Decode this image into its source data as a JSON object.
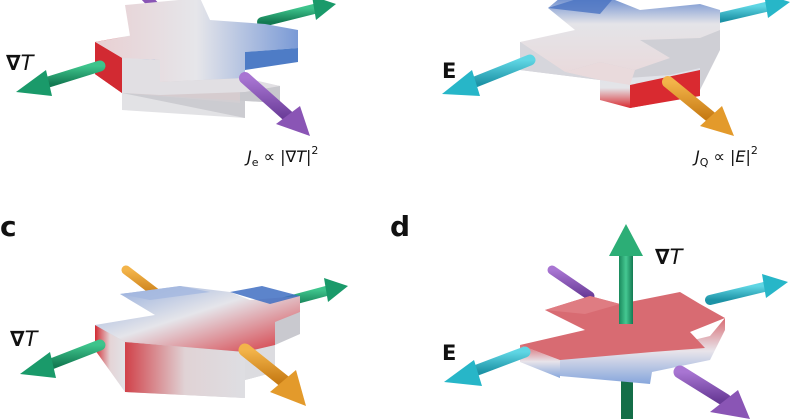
{
  "panels": {
    "a": {
      "grad_label_symbol": "∇",
      "grad_label_var": "T",
      "formula": {
        "lhs": "J",
        "lhs_sub": "e",
        "relation": " ∝ |",
        "operand_symbol": "∇",
        "operand_var": "T",
        "close": "|",
        "power": "2"
      },
      "colors": {
        "left_arrow": "#1a9a6a",
        "right_arrow": "#1a9a6a",
        "down_arrow": "#8a55b5"
      }
    },
    "b": {
      "field_label": "E",
      "formula": {
        "lhs": "J",
        "lhs_sub": "Q",
        "relation": " ∝ |",
        "operand": "E",
        "close": "|",
        "power": "2"
      },
      "colors": {
        "left_arrow": "#27b6c8",
        "right_arrow": "#27b6c8",
        "down_arrow": "#e39a2b"
      }
    },
    "c": {
      "letter": "c",
      "grad_label_symbol": "∇",
      "grad_label_var": "T",
      "colors": {
        "left_arrow": "#1a9a6a",
        "right_arrow": "#1a9a6a",
        "diag_arrow": "#e39a2b"
      }
    },
    "d": {
      "letter": "d",
      "grad_label_symbol": "∇",
      "grad_label_var": "T",
      "field_label": "E",
      "colors": {
        "vertical_arrow": "#1a9a6a",
        "field_arrow": "#27b6c8",
        "diag_arrow": "#8a55b5"
      }
    }
  },
  "colors": {
    "hot": "#d5212a",
    "cold": "#3366bb",
    "neutral": "#d8d8dc",
    "pink_top": "#d86b72"
  }
}
